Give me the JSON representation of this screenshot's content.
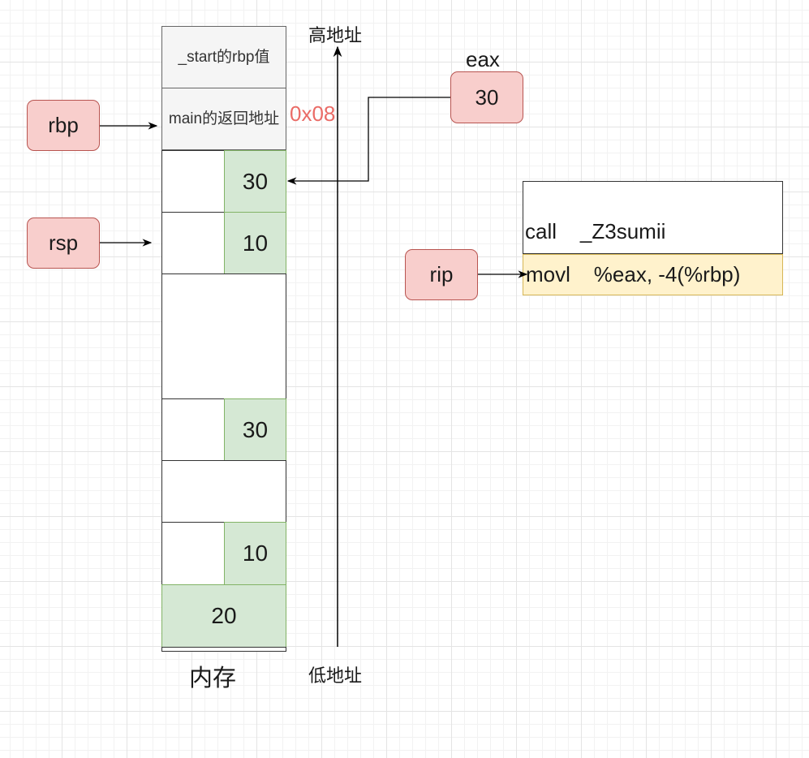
{
  "registers": {
    "rbp": "rbp",
    "rsp": "rsp",
    "rip": "rip",
    "eax_name": "eax",
    "eax_value": "30"
  },
  "memory": {
    "start_rbp": "_start的rbp值",
    "main_return": "main的返回地址",
    "offset_label": "0x08",
    "cell_30_top": "30",
    "cell_10_top": "10",
    "cell_30_mid": "30",
    "cell_10_bottom": "10",
    "cell_20": "20",
    "caption": "内存"
  },
  "address_axis": {
    "high": "高地址",
    "low": "低地址"
  },
  "code": {
    "line1": "call    _Z3sumii",
    "line2": "movl    %eax, -4(%rbp)"
  },
  "colors": {
    "register_fill": "#f8cecc",
    "register_border": "#b85450",
    "stack_value_fill": "#d5e8d4",
    "stack_value_border": "#82b366",
    "highlight_instruction": "#fff2cc",
    "offset_text": "#ea6b66"
  }
}
